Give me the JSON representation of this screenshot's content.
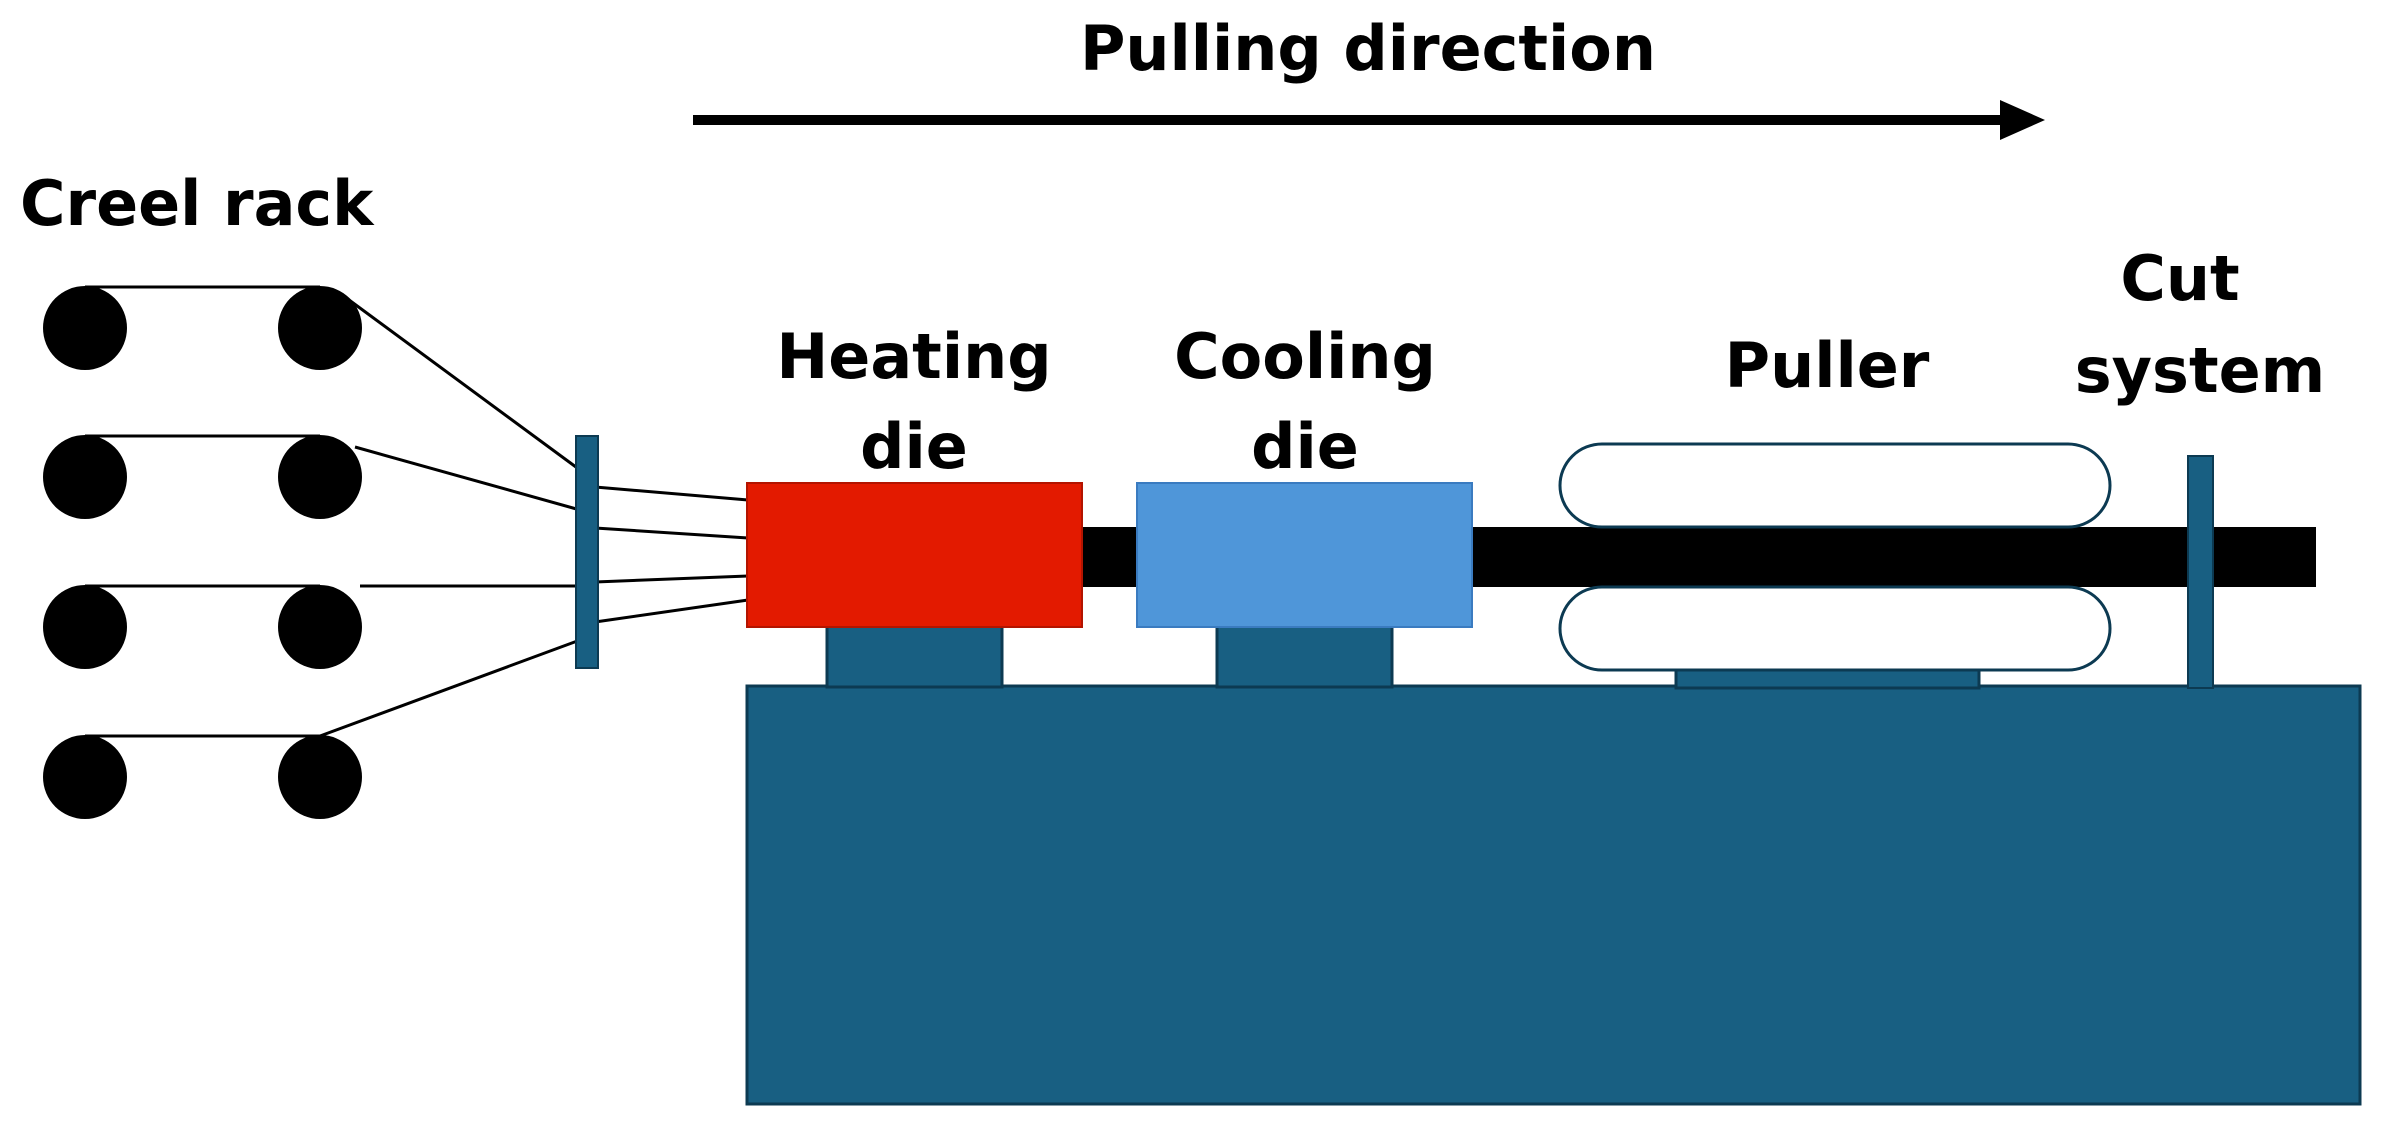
{
  "labels": {
    "pulling_direction": "Pulling direction",
    "creel_rack": "Creel rack",
    "heating_die_line1": "Heating",
    "heating_die_line2": "die",
    "cooling_die_line1": "Cooling",
    "cooling_die_line2": "die",
    "puller": "Puller",
    "cut_system_line1": "Cut",
    "cut_system_line2": "system"
  },
  "colors": {
    "heating_die": "#e31a00",
    "cooling_die": "#4f96d9",
    "machine_base": "#185f82",
    "spool": "#000000",
    "profile": "#000000",
    "puller_pad": "#ffffff"
  }
}
